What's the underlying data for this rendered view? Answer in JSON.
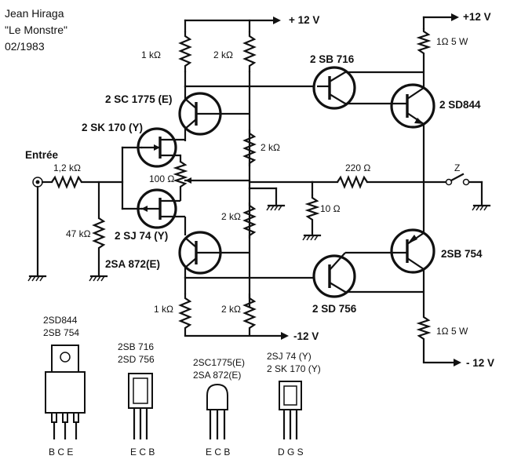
{
  "header": {
    "line1": "Jean Hiraga",
    "line2": "\"Le Monstre\"",
    "line3": "02/1983"
  },
  "input_label": "Entrée",
  "supplies": {
    "pos_a": "+ 12 V",
    "pos_b": "+12 V",
    "neg_a": "-12 V",
    "neg_b": "- 12 V"
  },
  "resistors": {
    "r_in": "1,2 kΩ",
    "r_47k": "47 kΩ",
    "r_1k_top": "1 kΩ",
    "r_2k_top": "2 kΩ",
    "r_2k_mid_top": "2 kΩ",
    "r_2k_mid_bot": "2 kΩ",
    "r_2k_bot": "2 kΩ",
    "r_1k_bot": "1 kΩ",
    "r_100": "100 Ω",
    "r_220": "220 Ω",
    "r_10": "10 Ω",
    "r_1_top": "1Ω   5 W",
    "r_1_bot": "1Ω   5 W"
  },
  "transistors": {
    "q_2sc1775": "2 SC 1775 (E)",
    "q_2sk170": "2 SK 170 (Y)",
    "q_2sj74": "2 SJ 74 (Y)",
    "q_2sa872": "2SA 872(E)",
    "q_2sb716": "2 SB 716",
    "q_2sd844": "2 SD844",
    "q_2sd756": "2 SD 756",
    "q_2sb754": "2SB 754"
  },
  "load_label": "Z",
  "packages": [
    {
      "title1": "2SD844",
      "title2": "2SB 754",
      "pins": "B C E"
    },
    {
      "title1": "2SB 716",
      "title2": "2SD 756",
      "pins": "E C B"
    },
    {
      "title1": "2SC1775(E)",
      "title2": "2SA 872(E)",
      "pins": "E C B"
    },
    {
      "title1": "2SJ 74 (Y)",
      "title2": "2 SK 170 (Y)",
      "pins": "D G S"
    }
  ]
}
